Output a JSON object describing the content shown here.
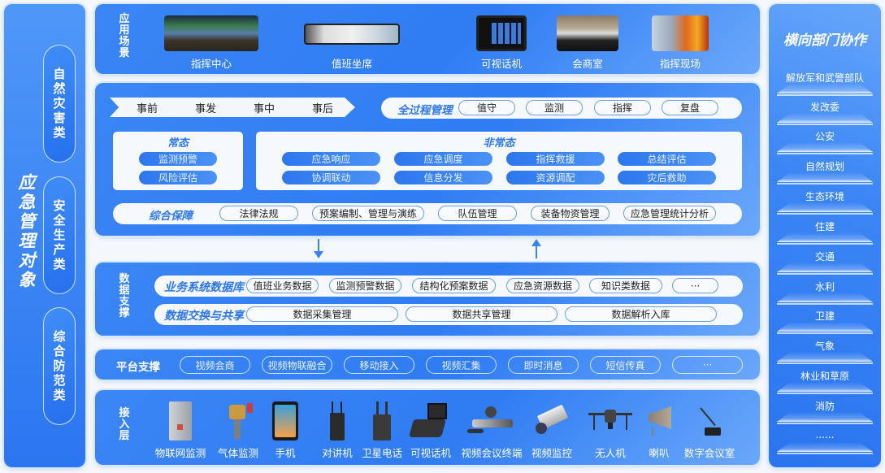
{
  "left_panel": {
    "title": "应急管理对象",
    "categories": [
      "自然灾害类",
      "安全生产类",
      "综合防范类"
    ]
  },
  "right_panel": {
    "title": "横向部门协作",
    "departments": [
      "解放军和武警部队",
      "发改委",
      "公安",
      "自然规划",
      "生态环境",
      "住建",
      "交通",
      "水利",
      "卫建",
      "气象",
      "林业和草原",
      "消防",
      "......"
    ]
  },
  "scenarios": {
    "label": "应用场景",
    "items": [
      {
        "caption": "指挥中心",
        "icon": "command-center-photo"
      },
      {
        "caption": "值班坐席",
        "icon": "duty-desk-photo"
      },
      {
        "caption": "可视话机",
        "icon": "tablet-photo"
      },
      {
        "caption": "会商室",
        "icon": "meeting-room-photo"
      },
      {
        "caption": "指挥现场",
        "icon": "fire-scene-photo"
      }
    ]
  },
  "process": {
    "stages": [
      "事前",
      "事发",
      "事中",
      "事后"
    ],
    "full_process": {
      "title": "全过程管理",
      "items": [
        "值守",
        "监测",
        "指挥",
        "复盘"
      ]
    },
    "normal": {
      "title": "常态",
      "items": [
        "监测预警",
        "风险评估"
      ]
    },
    "abnormal": {
      "title": "非常态",
      "items": [
        "应急响应",
        "应急调度",
        "指挥救援",
        "总结评估",
        "协调联动",
        "信息分发",
        "资源调配",
        "灾后救助"
      ]
    },
    "support": {
      "title": "综合保障",
      "items": [
        "法律法规",
        "预案编制、管理与演练",
        "队伍管理",
        "装备物资管理",
        "应急管理统计分析"
      ]
    }
  },
  "data_support": {
    "label": "数据支撑",
    "database": {
      "title": "业务系统数据库",
      "items": [
        "值班业务数据",
        "监测预警数据",
        "结构化预案数据",
        "应急资源数据",
        "知识类数据",
        "···"
      ]
    },
    "exchange": {
      "title": "数据交换与共享",
      "items": [
        "数据采集管理",
        "数据共享管理",
        "数据解析入库"
      ]
    }
  },
  "platform": {
    "label": "平台支撑",
    "items": [
      "视频会商",
      "视频物联融合",
      "移动接入",
      "视频汇集",
      "即时消息",
      "短信传真",
      "···"
    ]
  },
  "access": {
    "label": "接入层",
    "devices": [
      "物联网监测",
      "气体监测",
      "手机",
      "对讲机",
      "卫星电话",
      "可视话机",
      "视频会议终端",
      "视频监控",
      "无人机",
      "喇叭",
      "数字会议室"
    ]
  },
  "colors": {
    "primary": "#2f7cf3",
    "light": "#f5f8fc",
    "accent_text": "#2e77ee"
  }
}
